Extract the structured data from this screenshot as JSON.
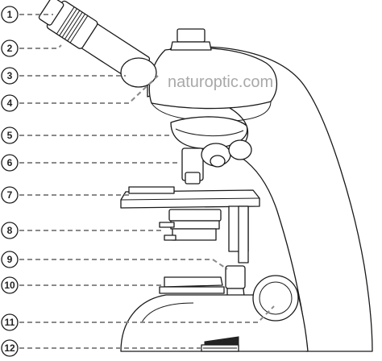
{
  "watermark": "naturoptic.com",
  "callouts": [
    {
      "label": "1"
    },
    {
      "label": "2"
    },
    {
      "label": "3"
    },
    {
      "label": "4"
    },
    {
      "label": "5"
    },
    {
      "label": "6"
    },
    {
      "label": "7"
    },
    {
      "label": "8"
    },
    {
      "label": "9"
    },
    {
      "label": "10"
    },
    {
      "label": "11"
    },
    {
      "label": "12"
    }
  ]
}
